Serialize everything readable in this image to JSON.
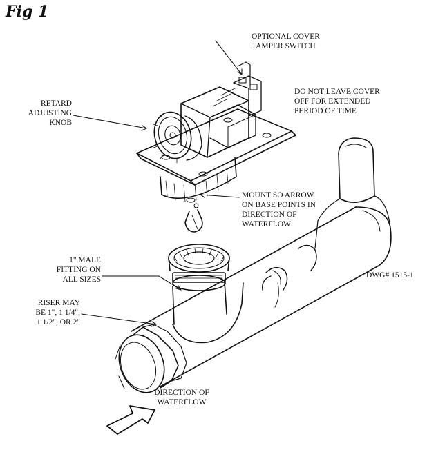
{
  "figure": {
    "title": "Fig 1",
    "drawing_number": "DWG# 1515-1"
  },
  "labels": {
    "tamper_switch": [
      "OPTIONAL COVER",
      "TAMPER SWITCH"
    ],
    "cover_warning": [
      "DO NOT LEAVE COVER",
      "OFF FOR EXTENDED",
      "PERIOD OF TIME"
    ],
    "retard_knob": [
      "RETARD",
      "ADJUSTING",
      "KNOB"
    ],
    "mount_arrow": [
      "MOUNT SO ARROW",
      "ON BASE POINTS IN",
      "DIRECTION OF",
      "WATERFLOW"
    ],
    "male_fitting": [
      "1\" MALE",
      "FITTING ON",
      "ALL SIZES"
    ],
    "riser": [
      "RISER MAY",
      "BE 1\", 1 1/4\",",
      "1 1/2\", OR 2\""
    ],
    "flow_direction": [
      "DIRECTION OF",
      "WATERFLOW"
    ]
  },
  "colors": {
    "ink": "#111111",
    "paper": "#ffffff"
  }
}
